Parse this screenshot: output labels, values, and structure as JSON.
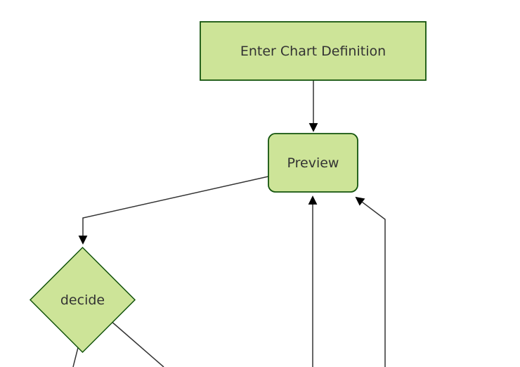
{
  "diagram": {
    "type": "flowchart",
    "direction": "top-down",
    "background": "#ffffff",
    "colors": {
      "node_fill": "#cde498",
      "node_border": "#13540c",
      "edge_line": "#333333",
      "arrowhead": "#000000",
      "label_text": "#333333"
    },
    "nodes": [
      {
        "id": "enter_chart_definition",
        "label": "Enter Chart Definition",
        "shape": "rectangle"
      },
      {
        "id": "preview",
        "label": "Preview",
        "shape": "rounded-rectangle"
      },
      {
        "id": "decide",
        "label": "decide",
        "shape": "diamond"
      }
    ],
    "edges": [
      {
        "from": "enter_chart_definition",
        "to": "preview",
        "arrowhead": true
      },
      {
        "from": "preview",
        "to": "decide",
        "arrowhead": true
      },
      {
        "from": "offscreen_bottom_left_of_center",
        "to": "preview",
        "arrowhead": true
      },
      {
        "from": "offscreen_bottom_right_of_center",
        "to": "preview",
        "arrowhead": true
      },
      {
        "from": "decide",
        "to": "offscreen_bottom_left",
        "arrowhead": false
      },
      {
        "from": "decide",
        "to": "offscreen_bottom_right",
        "arrowhead": false
      }
    ]
  }
}
